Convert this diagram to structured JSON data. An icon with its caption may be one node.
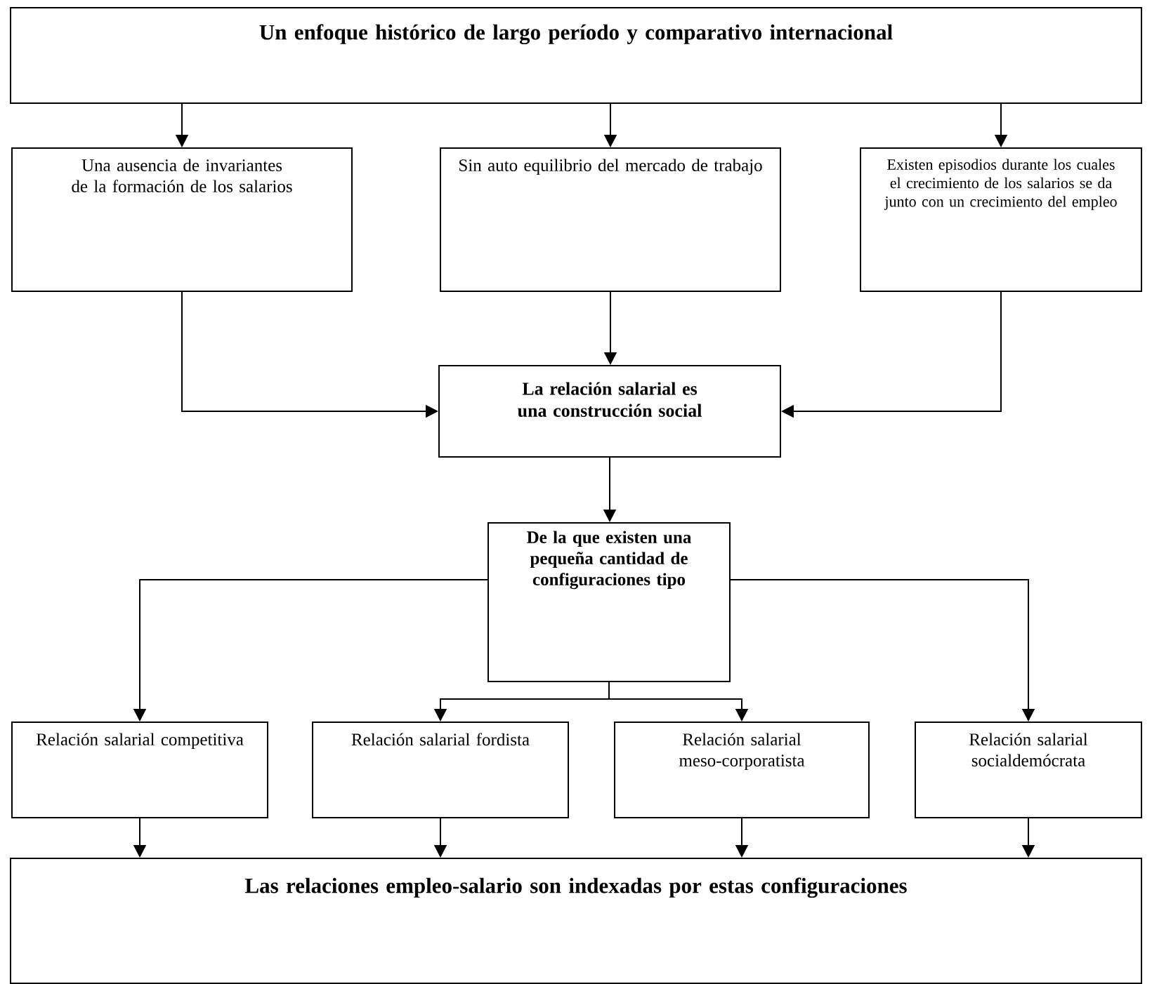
{
  "diagram": {
    "nodes": [
      {
        "text": [
          "Un enfoque histórico de largo período y comparativo internacional"
        ]
      },
      {
        "text": [
          "Una ausencia de invariantes de la formación de los salarios"
        ]
      },
      {
        "text": [
          "Sin auto equilibrio del mercado de trabajo"
        ]
      },
      {
        "text": [
          "Existen episodios durante los cuales el crecimiento de los salarios se da junto con un crecimiento del empleo"
        ]
      },
      {
        "text": [
          "La relación salarial es una construcción social"
        ]
      },
      {
        "text": [
          "De la que existen una pequeña cantidad de configuraciones tipo"
        ]
      },
      {
        "text": [
          "Relación salarial competitiva"
        ]
      },
      {
        "text": [
          "Relación salarial fordista"
        ]
      },
      {
        "text": [
          "Relación salarial meso-corporatista"
        ]
      },
      {
        "text": [
          "Relación salarial socialdemócrata"
        ]
      },
      {
        "text": [
          "Las relaciones empleo-salario son indexadas por estas configuraciones"
        ]
      }
    ],
    "edges": [
      {
        "from": 0,
        "to": 1,
        "arrow": "to"
      },
      {
        "from": 0,
        "to": 2,
        "arrow": "to"
      },
      {
        "from": 0,
        "to": 3,
        "arrow": "to"
      },
      {
        "from": 1,
        "to": 4,
        "arrow": "to"
      },
      {
        "from": 2,
        "to": 4,
        "arrow": "to"
      },
      {
        "from": 3,
        "to": 4,
        "arrow": "to"
      },
      {
        "from": 4,
        "to": 5,
        "arrow": "to"
      },
      {
        "from": 5,
        "to": 6,
        "arrow": "to"
      },
      {
        "from": 5,
        "to": 7,
        "arrow": "to"
      },
      {
        "from": 5,
        "to": 8,
        "arrow": "to"
      },
      {
        "from": 5,
        "to": 9,
        "arrow": "to"
      },
      {
        "from": 6,
        "to": 10,
        "arrow": "to"
      },
      {
        "from": 7,
        "to": 10,
        "arrow": "to"
      },
      {
        "from": 8,
        "to": 10,
        "arrow": "to"
      },
      {
        "from": 9,
        "to": 10,
        "arrow": "to"
      }
    ]
  }
}
